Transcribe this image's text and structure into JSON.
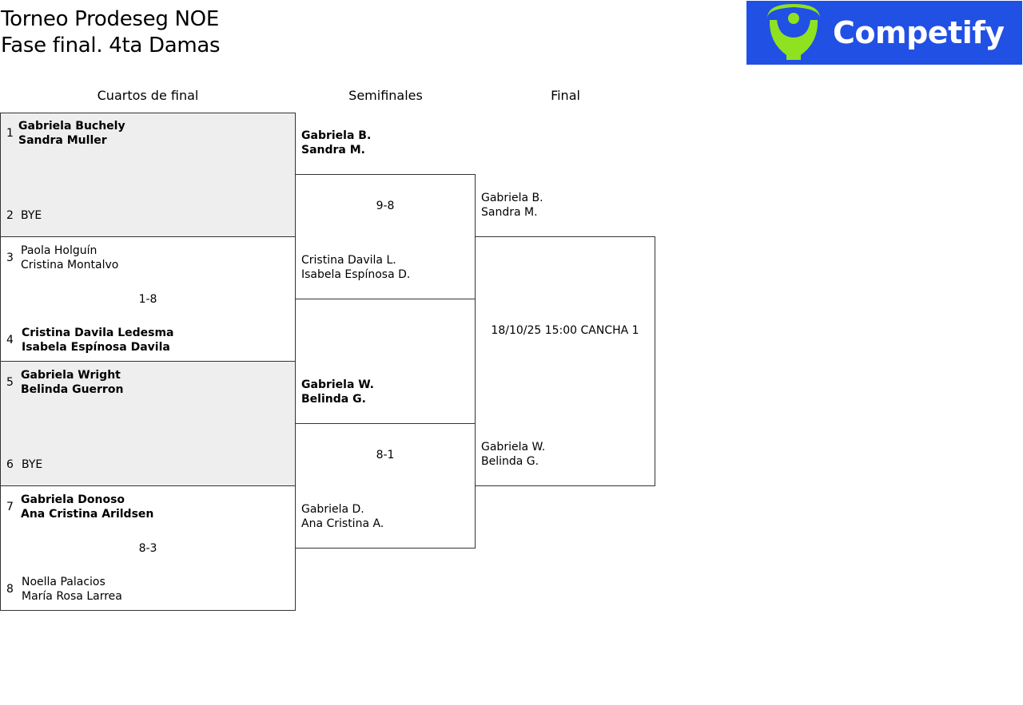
{
  "header": {
    "title_line1": "Torneo Prodeseg NOE",
    "title_line2": "Fase final. 4ta Damas",
    "logo_text": "Competify"
  },
  "rounds": {
    "quarterfinals": "Cuartos de final",
    "semifinals": "Semifinales",
    "final": "Final"
  },
  "quarterfinals": [
    {
      "seed_a": "1",
      "a1": "Gabriela Buchely",
      "a2": "Sandra Muller",
      "seed_b": "2",
      "b1": "BYE",
      "b2": "",
      "score": ""
    },
    {
      "seed_a": "3",
      "a1": "Paola Holguín",
      "a2": "Cristina Montalvo",
      "seed_b": "4",
      "b1": "Cristina Davila Ledesma",
      "b2": "Isabela Espínosa Davila",
      "score": "1-8"
    },
    {
      "seed_a": "5",
      "a1": "Gabriela Wright",
      "a2": "Belinda Guerron",
      "seed_b": "6",
      "b1": "BYE",
      "b2": "",
      "score": ""
    },
    {
      "seed_a": "7",
      "a1": "Gabriela Donoso",
      "a2": "Ana Cristina Arildsen",
      "seed_b": "8",
      "b1": "Noella Palacios",
      "b2": "María Rosa Larrea",
      "score": "8-3"
    }
  ],
  "semifinals": [
    {
      "a1": "Gabriela B.",
      "a2": "Sandra M.",
      "b1": "Cristina Davila L.",
      "b2": "Isabela Espínosa D.",
      "score": "9-8"
    },
    {
      "a1": "Gabriela W.",
      "a2": "Belinda G.",
      "b1": "Gabriela D.",
      "b2": "Ana Cristina A.",
      "score": "8-1"
    }
  ],
  "final": {
    "a1": "Gabriela B.",
    "a2": "Sandra M.",
    "b1": "Gabriela W.",
    "b2": "Belinda G.",
    "schedule": "18/10/25 15:00 CANCHA 1"
  },
  "colors": {
    "logo_bg": "#2150e4",
    "logo_icon": "#8fe21f",
    "bye_shade": "#eeeeee"
  }
}
